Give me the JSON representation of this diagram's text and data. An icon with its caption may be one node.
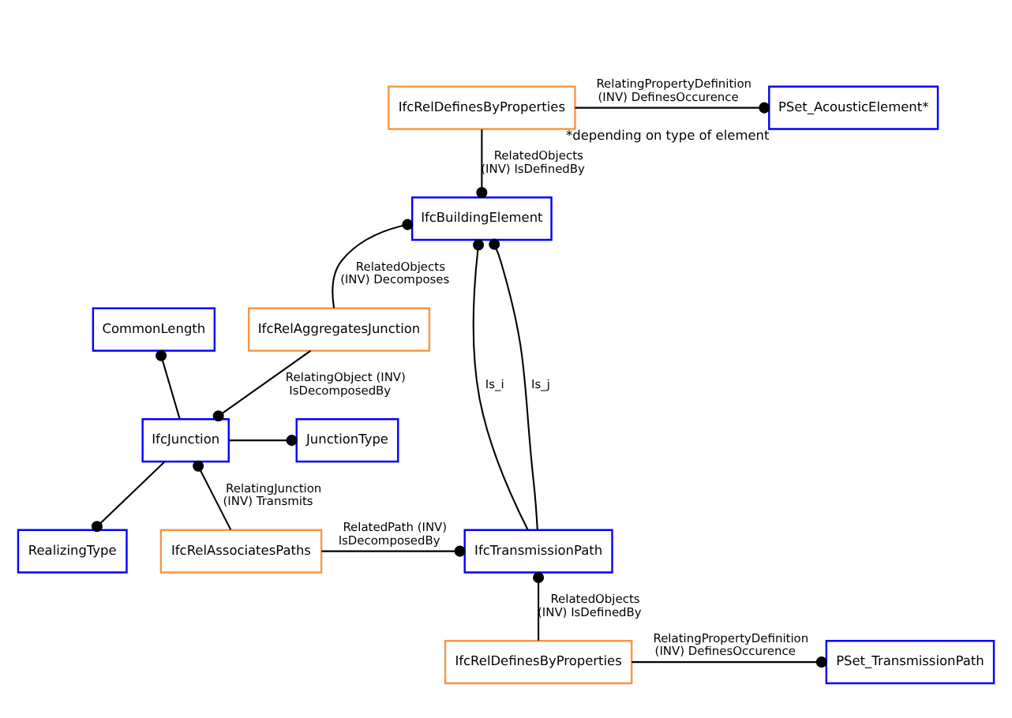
{
  "diagram": {
    "nodes": [
      {
        "text": [
          "IfcRelDefinesByProperties"
        ]
      },
      {
        "text": [
          "PSet_AcousticElement*"
        ],
        "beside": [
          "*depending on type of element"
        ]
      },
      {
        "text": [
          "IfcBuildingElement"
        ]
      },
      {
        "text": [
          "IfcRelAggregatesJunction"
        ]
      },
      {
        "text": [
          "CommonLength"
        ]
      },
      {
        "text": [
          "JunctionType"
        ]
      },
      {
        "text": [
          "RealizingType"
        ]
      },
      {
        "text": [
          "IfcJunction"
        ]
      },
      {
        "text": [
          "IfcRelAssociatesPaths"
        ]
      },
      {
        "text": [
          "IfcTransmissionPath"
        ]
      },
      {
        "text": [
          "PSet_TransmissionPath"
        ]
      },
      {
        "text": [
          "IfcRelDefinesByProperties"
        ]
      }
    ],
    "edges": [
      {
        "from": 0,
        "to": 1,
        "arrow": "other",
        "label": "RelatingPropertyDefinition (INV) DefinesOccurence"
      },
      {
        "from": 0,
        "to": 2,
        "arrow": "other",
        "label": "RelatedObjects (INV) IsDefinedBy"
      },
      {
        "from": 3,
        "to": 2,
        "arrow": "other",
        "label": "RelatedObjects (INV) Decomposes"
      },
      {
        "from": 3,
        "to": 7,
        "arrow": "other",
        "label": "RelatingObject (INV) IsDecomposedBy"
      },
      {
        "from": 7,
        "to": 4,
        "arrow": "other"
      },
      {
        "from": 7,
        "to": 5,
        "arrow": "other"
      },
      {
        "from": 7,
        "to": 6,
        "arrow": "other"
      },
      {
        "from": 8,
        "to": 7,
        "arrow": "other",
        "label": "RelatingJunction (INV) Transmits"
      },
      {
        "from": 9,
        "to": 2,
        "arrow": "other",
        "label": "Is_i"
      },
      {
        "from": 9,
        "to": 2,
        "arrow": "other",
        "label": "Is_j"
      },
      {
        "from": 8,
        "to": 9,
        "arrow": "other",
        "label": "RelatedPath (INV) IsDecomposedBy"
      },
      {
        "from": 11,
        "to": 9,
        "arrow": "other",
        "label": "RelatedObjects (INV) IsDefinedBy"
      },
      {
        "from": 11,
        "to": 10,
        "arrow": "other",
        "label": "RelatingPropertyDefinition (INV) DefinesOccurence"
      }
    ]
  }
}
